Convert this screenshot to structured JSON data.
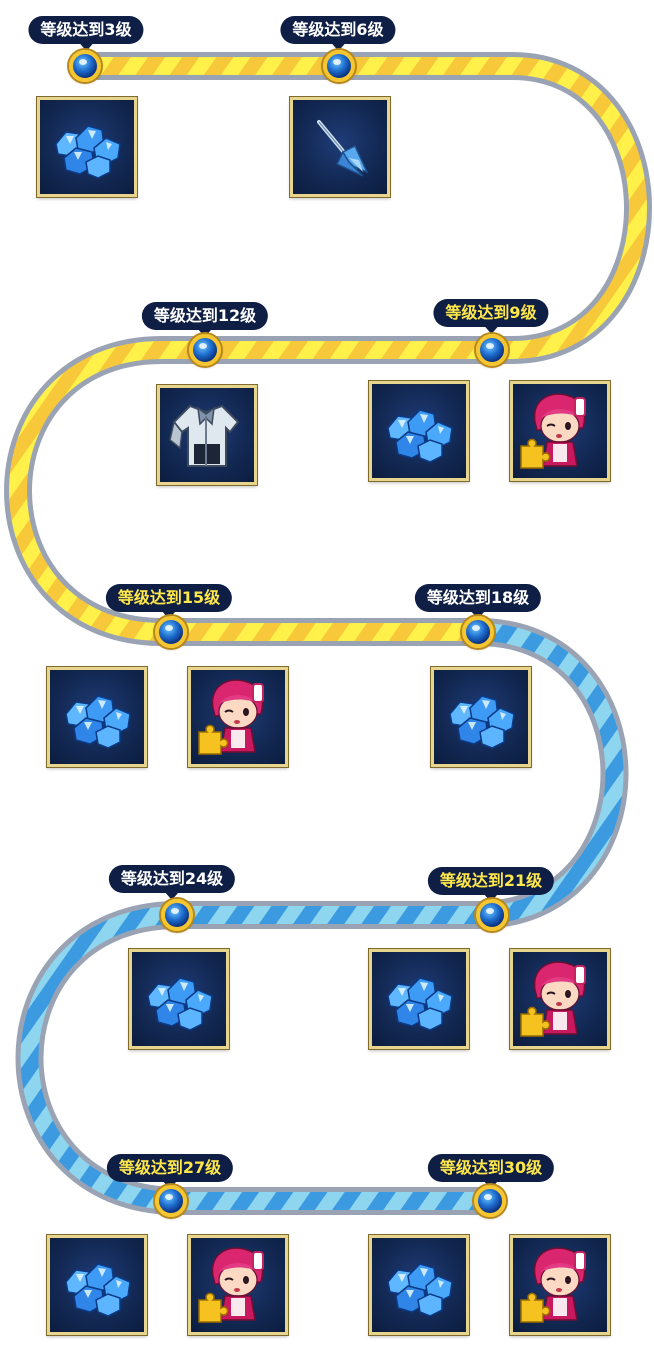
{
  "track": {
    "colors": {
      "border": "#9aa3b3",
      "gold_base": "#f6c83a",
      "gold_stripe": "#fff14a",
      "blue_base": "#3c9be0",
      "blue_stripe": "#8ed6ef",
      "node_ring": "#f5c630"
    }
  },
  "milestones": [
    {
      "level": "等级达到3级",
      "label_color": "white",
      "rewards": [
        {
          "type": "diamond-pile",
          "icon": "diamond-pile-icon"
        }
      ]
    },
    {
      "level": "等级达到6级",
      "label_color": "white",
      "rewards": [
        {
          "type": "dart",
          "icon": "dart-icon"
        }
      ]
    },
    {
      "level": "等级达到9级",
      "label_color": "yellow",
      "rewards": [
        {
          "type": "diamond-pile",
          "icon": "diamond-pile-icon"
        },
        {
          "type": "character-puzzle",
          "icon": "character-puzzle-icon"
        }
      ]
    },
    {
      "level": "等级达到12级",
      "label_color": "white",
      "rewards": [
        {
          "type": "jacket",
          "icon": "jacket-icon"
        }
      ]
    },
    {
      "level": "等级达到15级",
      "label_color": "yellow",
      "rewards": [
        {
          "type": "diamond-pile",
          "icon": "diamond-pile-icon"
        },
        {
          "type": "character-puzzle",
          "icon": "character-puzzle-icon"
        }
      ]
    },
    {
      "level": "等级达到18级",
      "label_color": "white",
      "rewards": [
        {
          "type": "diamond-pile",
          "icon": "diamond-pile-icon"
        }
      ]
    },
    {
      "level": "等级达到21级",
      "label_color": "yellow",
      "rewards": [
        {
          "type": "diamond-pile",
          "icon": "diamond-pile-icon"
        },
        {
          "type": "character-puzzle",
          "icon": "character-puzzle-icon"
        }
      ]
    },
    {
      "level": "等级达到24级",
      "label_color": "white",
      "rewards": [
        {
          "type": "diamond-pile",
          "icon": "diamond-pile-icon"
        }
      ]
    },
    {
      "level": "等级达到27级",
      "label_color": "yellow",
      "rewards": [
        {
          "type": "diamond-pile",
          "icon": "diamond-pile-icon"
        },
        {
          "type": "character-puzzle",
          "icon": "character-puzzle-icon"
        }
      ]
    },
    {
      "level": "等级达到30级",
      "label_color": "yellow",
      "rewards": [
        {
          "type": "diamond-pile",
          "icon": "diamond-pile-icon"
        },
        {
          "type": "character-puzzle",
          "icon": "character-puzzle-icon"
        }
      ]
    }
  ]
}
